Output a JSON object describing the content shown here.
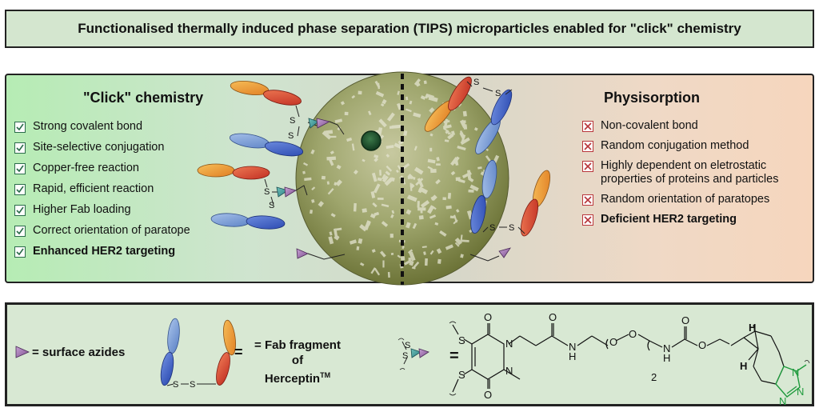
{
  "title": "Functionalised thermally induced phase separation (TIPS) microparticles enabled for \"click\" chemistry",
  "click": {
    "heading": "\"Click\" chemistry",
    "items": [
      {
        "text": "Strong covalent bond",
        "bold": false
      },
      {
        "text": "Site-selective conjugation",
        "bold": false
      },
      {
        "text": "Copper-free reaction",
        "bold": false
      },
      {
        "text": "Rapid, efficient reaction",
        "bold": false
      },
      {
        "text": "Higher Fab loading",
        "bold": false
      },
      {
        "text": "Correct orientation of paratope",
        "bold": false
      },
      {
        "text": "Enhanced HER2 targeting",
        "bold": true
      }
    ]
  },
  "phys": {
    "heading": "Physisorption",
    "items": [
      {
        "text": "Non-covalent bond",
        "bold": false
      },
      {
        "text": "Random conjugation method",
        "bold": false
      },
      {
        "text": "Highly dependent on eletrostatic properties of proteins and particles",
        "bold": false
      },
      {
        "text": "Random orientation of paratopes",
        "bold": false
      },
      {
        "text": "Deficient HER2 targeting",
        "bold": true
      }
    ]
  },
  "legend": {
    "azide": "= surface azides",
    "fab": "= Fab fragment of",
    "herceptin": "Herceptin",
    "tm": "TM",
    "equals": "=",
    "ring_o1": "O",
    "ring_o2": "O",
    "n1": "N",
    "n2": "N",
    "amide_o": "O",
    "amide_n": "N",
    "amide_h": "H",
    "peg_o1": "O",
    "peg_o2": "O",
    "peg_n": "N",
    "peg_h": "H",
    "peg_subscript": "2",
    "carb_o1": "O",
    "carb_o2": "O",
    "s_top": "S",
    "s_bottom": "S",
    "bcn_h1": "H",
    "bcn_h2": "H",
    "tri_n1": "N",
    "tri_n2": "N",
    "tri_n3": "N"
  },
  "labels": {
    "s": "S"
  },
  "colors": {
    "orange": "#f2a33a",
    "red": "#d9442e",
    "blue": "#2f59c8",
    "lightblue": "#7aa0d8",
    "teal": "#3d9a96",
    "purple": "#9a6fa8",
    "green": "#1e9a3c",
    "check": "#2a6b4a",
    "cross": "#b8353a"
  }
}
